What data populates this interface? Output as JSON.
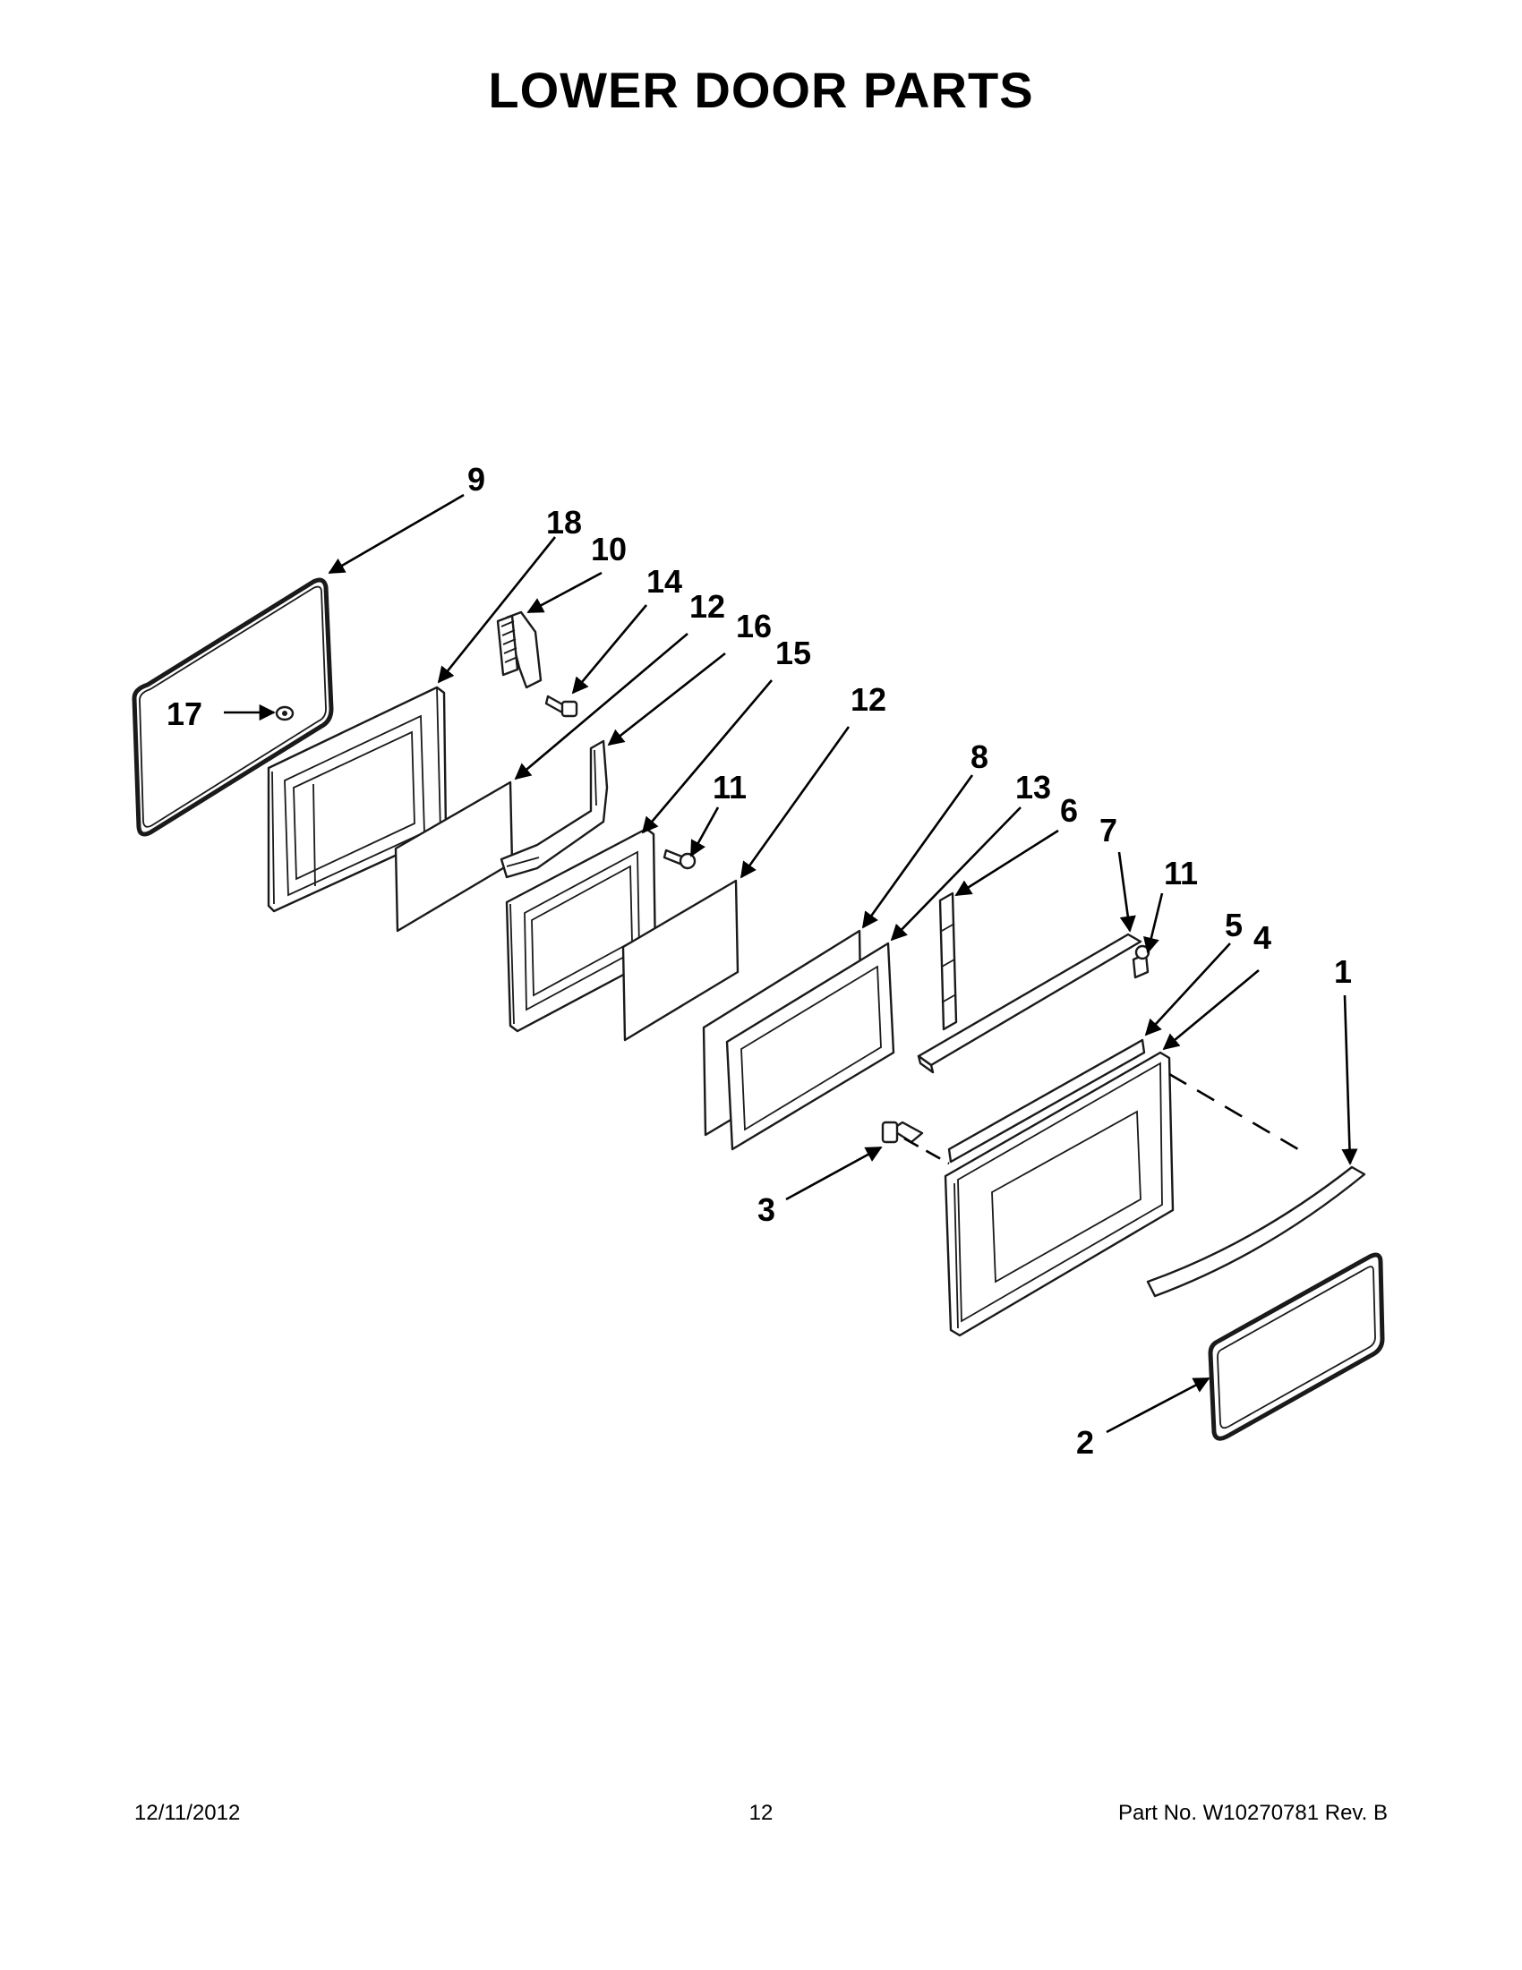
{
  "title": "LOWER DOOR PARTS",
  "callouts": {
    "c1": "1",
    "c2": "2",
    "c3": "3",
    "c4": "4",
    "c5": "5",
    "c6": "6",
    "c7": "7",
    "c8": "8",
    "c9": "9",
    "c10": "10",
    "c11a": "11",
    "c11b": "11",
    "c12a": "12",
    "c12b": "12",
    "c13": "13",
    "c14": "14",
    "c15": "15",
    "c16": "16",
    "c17": "17",
    "c18": "18"
  },
  "footer": {
    "date": "12/11/2012",
    "page": "12",
    "part_number": "Part No.  W10270781  Rev.  B"
  }
}
